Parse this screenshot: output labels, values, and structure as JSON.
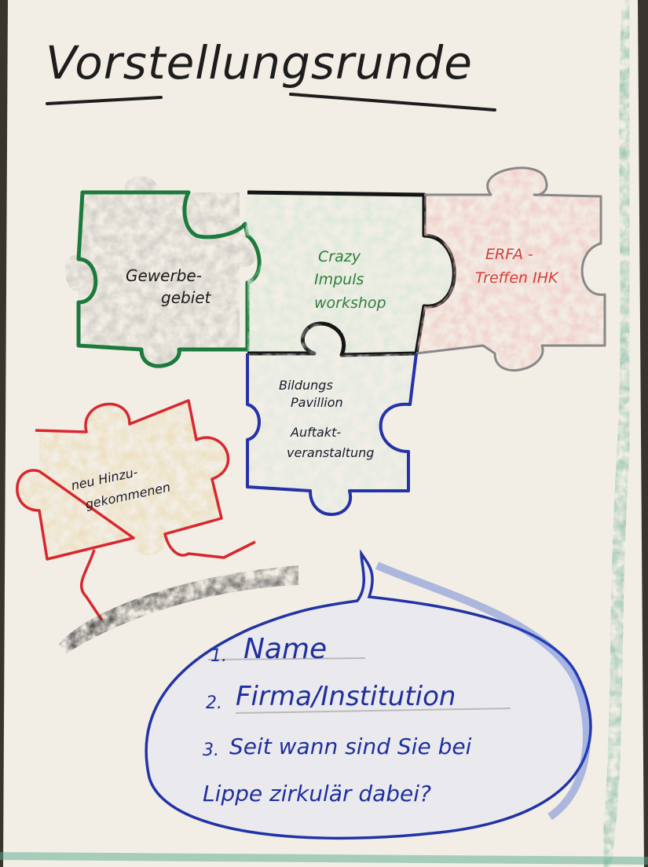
{
  "title": "Vorstellungsrunde",
  "pieces": [
    {
      "id": "gewerbe",
      "lines": [
        "Gewerbe-",
        "gebiet"
      ],
      "color": "#1f7a3e"
    },
    {
      "id": "crazy",
      "lines": [
        "Crazy",
        "Impuls",
        "workshop"
      ],
      "color": "#2f7d3c"
    },
    {
      "id": "erfa",
      "lines": [
        "ERFA -",
        "Treffen IHK"
      ],
      "color": "#d43d3a"
    },
    {
      "id": "bildung",
      "lines": [
        "Bildungs",
        "Pavillion",
        "Auftakt-",
        "veranstaltung"
      ],
      "color": "#1a1a2a"
    },
    {
      "id": "neu",
      "lines": [
        "neu Hinzu-",
        "gekommenen"
      ],
      "color": "#1a1a2a"
    }
  ],
  "bubble": {
    "items": [
      {
        "num": "1.",
        "text": "Name"
      },
      {
        "num": "2.",
        "text": "Firma/Institution"
      },
      {
        "num": "3.",
        "text": "Seit wann sind Sie bei"
      },
      {
        "num": "",
        "text": "Lippe zirkulär dabei?"
      }
    ],
    "color": "#1f2fa0"
  },
  "colors": {
    "paper": "#f3efe6",
    "green": "#1f7a3e",
    "black": "#1b1b1b",
    "red": "#d8272f",
    "blue": "#2233a6",
    "teal": "#4fa58d"
  }
}
